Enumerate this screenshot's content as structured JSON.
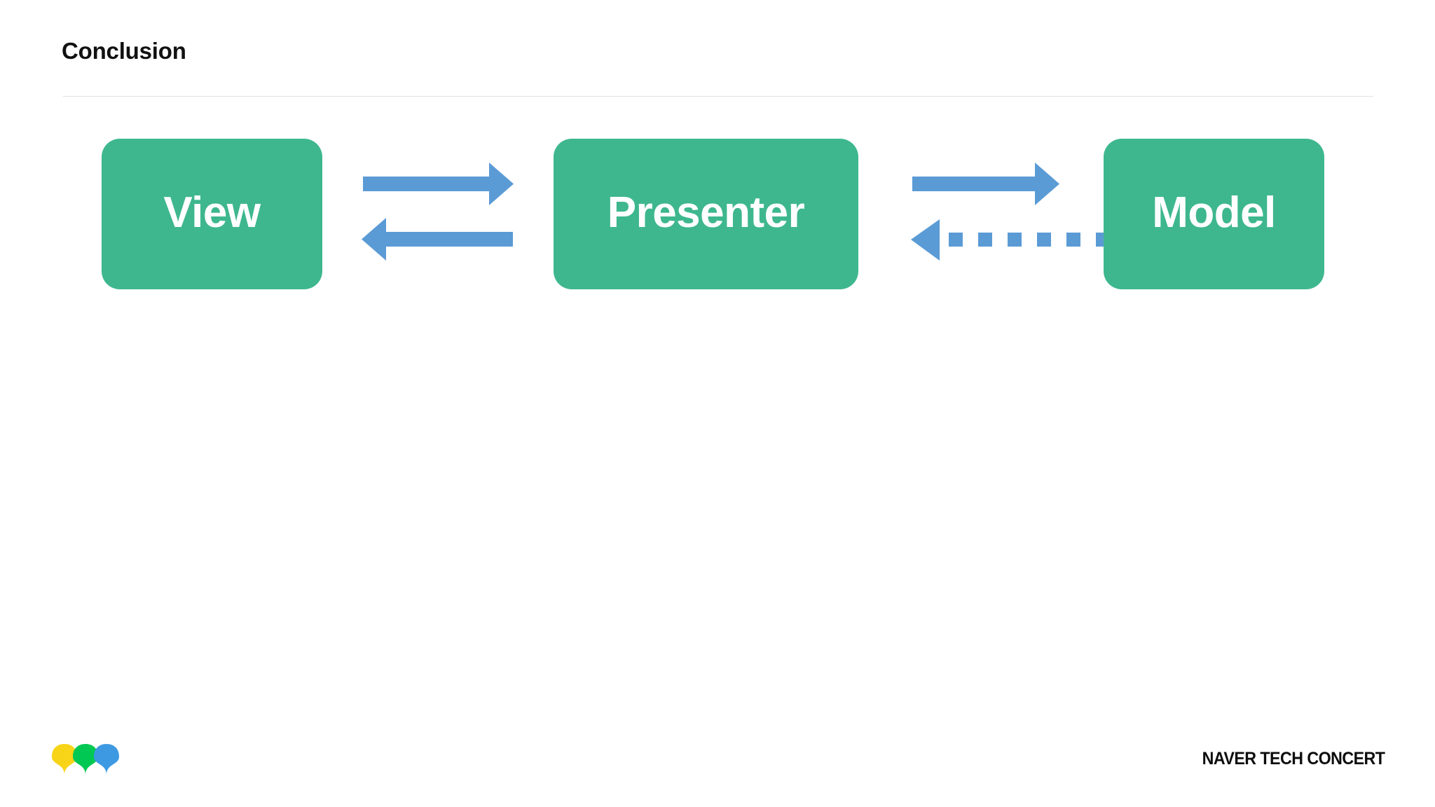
{
  "slide": {
    "title": "Conclusion",
    "background_color": "#ffffff",
    "divider_color": "#e2e2e2"
  },
  "diagram": {
    "type": "flow-diagram",
    "pattern": "MVP (Model-View-Presenter)",
    "node_fill_color": "#3eb78e",
    "node_text_color": "#ffffff",
    "arrow_color": "#5b9bd5",
    "nodes": [
      {
        "id": "view",
        "label": "View"
      },
      {
        "id": "presenter",
        "label": "Presenter"
      },
      {
        "id": "model",
        "label": "Model"
      }
    ],
    "connections": [
      {
        "id": "view-to-presenter",
        "from": "view",
        "to": "presenter",
        "direction": "right",
        "style": "solid"
      },
      {
        "id": "presenter-to-view",
        "from": "presenter",
        "to": "view",
        "direction": "left",
        "style": "solid"
      },
      {
        "id": "presenter-to-model",
        "from": "presenter",
        "to": "model",
        "direction": "right",
        "style": "solid"
      },
      {
        "id": "model-to-presenter",
        "from": "model",
        "to": "presenter",
        "direction": "left",
        "style": "dotted",
        "dash_count": 8
      }
    ]
  },
  "footer": {
    "brand": "NAVER TECH CONCERT",
    "logo_name": "naver-ginkgo-logo",
    "logo_colors": [
      "#f7d417",
      "#00c853",
      "#3d9ae2"
    ]
  }
}
